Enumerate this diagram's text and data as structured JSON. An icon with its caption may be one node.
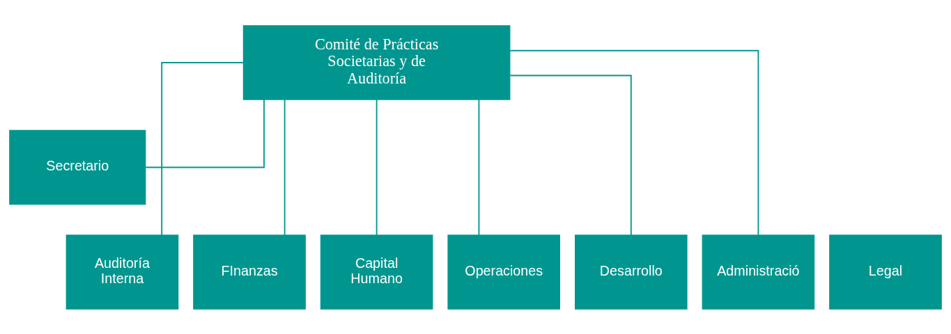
{
  "diagram": {
    "nodes": [
      {
        "text": [
          "Comité de Prácticas Societarias y de Auditoría"
        ]
      },
      {
        "text": [
          "Secretario"
        ]
      },
      {
        "text": [
          "Legal"
        ]
      },
      {
        "text": [
          "Auditoría Interna"
        ]
      },
      {
        "text": [
          "FInanzas"
        ]
      },
      {
        "text": [
          "Capital Humano"
        ]
      },
      {
        "text": [
          "Operaciones"
        ]
      },
      {
        "text": [
          "Desarrollo"
        ]
      },
      {
        "text": [
          "Administració"
        ]
      }
    ],
    "edges": [
      {
        "from": 0,
        "to": 1,
        "arrow": "none"
      },
      {
        "from": 0,
        "to": 3,
        "arrow": "none"
      },
      {
        "from": 0,
        "to": 4,
        "arrow": "none"
      },
      {
        "from": 0,
        "to": 5,
        "arrow": "none"
      },
      {
        "from": 0,
        "to": 6,
        "arrow": "none"
      },
      {
        "from": 0,
        "to": 7,
        "arrow": "none"
      },
      {
        "from": 0,
        "to": 8,
        "arrow": "none"
      }
    ]
  }
}
